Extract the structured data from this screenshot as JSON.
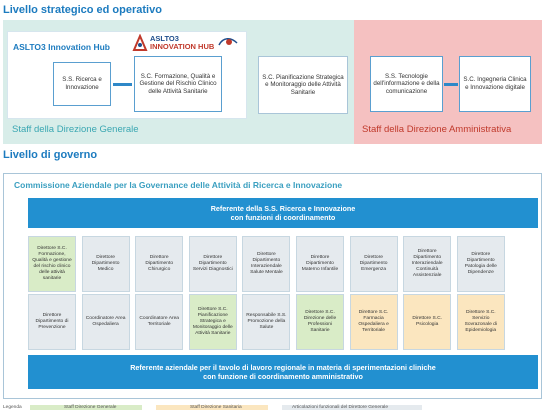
{
  "section_strategic": {
    "title": "Livello strategico ed operativo"
  },
  "hub": {
    "title": "ASLTO3 Innovation Hub",
    "logo_line1": "ASLTO3",
    "logo_line2": "INNOVATION HUB",
    "box_ricerca": "S.S. Ricerca e Innovazione",
    "box_formazione": "S.C. Formazione, Qualità e Gestione del Rischio Clinico delle Attività Sanitarie"
  },
  "staff_dg": {
    "box_pianificazione": "S.C. Pianificazione Strategica e Monitoraggio delle Attività Sanitarie",
    "caption": "Staff della Direzione Generale"
  },
  "staff_da": {
    "box_tecnologie": "S.S. Tecnologie dell'informazione e della comunicazione",
    "box_ingegneria": "S.C. Ingegneria Clinica e Innovazione digitale",
    "caption": "Staff della Direzione Amministrativa"
  },
  "section_governo": {
    "title": "Livello di governo"
  },
  "governance": {
    "title": "Commissione Aziendale per la Governance delle Attività di Ricerca e Innovazione",
    "banner_top": "Referente della S.S. Ricerca e Innovazione\ncon funzioni di coordinamento",
    "row1": [
      {
        "label": "Direttore S.C. Formazione, Qualità e gestione del rischio clinico delle attività sanitarie",
        "color": "green"
      },
      {
        "label": "Direttore Dipartimento Medico",
        "color": "grey"
      },
      {
        "label": "Direttore Dipartimento Chirurgico",
        "color": "grey"
      },
      {
        "label": "Direttore Dipartimento Servizi Diagnostici",
        "color": "grey"
      },
      {
        "label": "Direttore Dipartimento Interaziendale Salute Mentale",
        "color": "grey"
      },
      {
        "label": "Direttore Dipartimento Materno Infantile",
        "color": "grey"
      },
      {
        "label": "Direttore Dipartimento Emergenza",
        "color": "grey"
      },
      {
        "label": "Direttore Dipartimento Interaziendale Continuità Assistenziale",
        "color": "grey"
      },
      {
        "label": "Direttore Dipartimento Patologia delle Dipendenze",
        "color": "grey"
      }
    ],
    "row2": [
      {
        "label": "Direttore Dipartimento di Prevenzione",
        "color": "grey"
      },
      {
        "label": "Coordinatore Area Ospedaliera",
        "color": "grey"
      },
      {
        "label": "Coordinatore Area Territoriale",
        "color": "grey"
      },
      {
        "label": "Direttore S.C. Pianificazione Strategica e Monitoraggio delle Attività Sanitarie",
        "color": "green"
      },
      {
        "label": "Responsabile S.S. Promozione della Salute",
        "color": "grey"
      },
      {
        "label": "Direttore S.C. Direzione delle Professioni Sanitarie",
        "color": "green"
      },
      {
        "label": "Direttore S.C. Farmacia Ospedaliera e Territoriale",
        "color": "yellow"
      },
      {
        "label": "Direttore S.C. Psicologia",
        "color": "yellow"
      },
      {
        "label": "Direttore S.C. Servizio Sovrazonale di Epidemiologia",
        "color": "yellow"
      }
    ],
    "banner_bottom": "Referente aziendale per il tavolo di lavoro regionale in materia di sperimentazioni cliniche\ncon funzione di coordinamento amministrativo"
  },
  "legend": {
    "title": "Legenda",
    "items": [
      {
        "label": "Staff Direzione Generale",
        "color": "#d9ecc7"
      },
      {
        "label": "Staff Direzione Sanitaria",
        "color": "#fbe6bf"
      },
      {
        "label": "Articolazioni funzionali del Direttore Generale",
        "color": "#e5eaee"
      }
    ]
  },
  "colors": {
    "accent_blue": "#1c7bbf",
    "banner_blue": "#2290d0",
    "staff_dg_bg": "#d8ede9",
    "staff_da_bg": "#f5c1c1",
    "green_cell": "#d9ecc7",
    "yellow_cell": "#fbe6bf",
    "grey_cell": "#e5eaee"
  }
}
